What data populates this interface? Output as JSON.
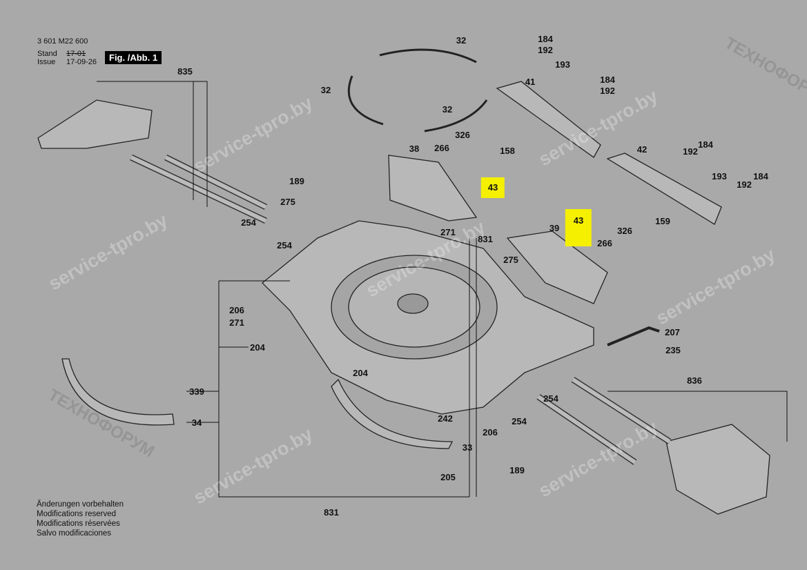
{
  "header": {
    "part_number": "3 601 M22 600",
    "stand_label": "Stand",
    "stand_value": "17-01",
    "issue_label": "Issue",
    "issue_value": "17-09-26",
    "figure": "Fig. /Abb. 1"
  },
  "notes": [
    "Änderungen vorbehalten",
    "Modifications reserved",
    "Modifications réservées",
    "Salvo modificaciones"
  ],
  "watermark": "service-tpro.by",
  "watermark_alt": "ТЕХНОФОРУМ",
  "highlight_color": "#f5f000",
  "labels": [
    "835",
    "32",
    "32",
    "32",
    "184",
    "192",
    "193",
    "41",
    "184",
    "192",
    "326",
    "158",
    "38",
    "266",
    "42",
    "184",
    "192",
    "193",
    "184",
    "192",
    "43",
    "189",
    "275",
    "43",
    "159",
    "254",
    "254",
    "271",
    "831",
    "39",
    "326",
    "266",
    "275",
    "206",
    "271",
    "204",
    "207",
    "235",
    "204",
    "836",
    "339",
    "254",
    "34",
    "242",
    "254",
    "206",
    "33",
    "189",
    "205",
    "831"
  ]
}
